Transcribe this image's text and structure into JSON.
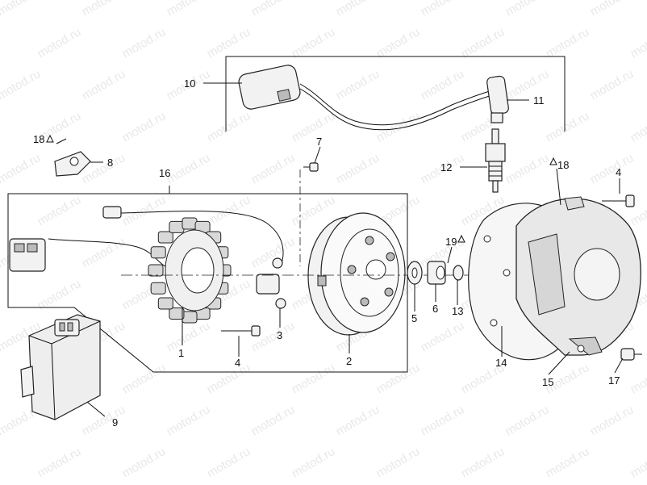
{
  "watermark": "motod.ru",
  "callouts": [
    {
      "id": "c1",
      "text": "1"
    },
    {
      "id": "c2",
      "text": "2"
    },
    {
      "id": "c3",
      "text": "3"
    },
    {
      "id": "c4a",
      "text": "4"
    },
    {
      "id": "c4b",
      "text": "4"
    },
    {
      "id": "c5",
      "text": "5"
    },
    {
      "id": "c6",
      "text": "6"
    },
    {
      "id": "c7",
      "text": "7"
    },
    {
      "id": "c8",
      "text": "8"
    },
    {
      "id": "c9",
      "text": "9"
    },
    {
      "id": "c10",
      "text": "10"
    },
    {
      "id": "c11",
      "text": "11"
    },
    {
      "id": "c12",
      "text": "12"
    },
    {
      "id": "c13",
      "text": "13"
    },
    {
      "id": "c14",
      "text": "14"
    },
    {
      "id": "c15",
      "text": "15"
    },
    {
      "id": "c16",
      "text": "16"
    },
    {
      "id": "c17",
      "text": "17"
    },
    {
      "id": "c18a",
      "text": "18"
    },
    {
      "id": "c18b",
      "text": "18"
    },
    {
      "id": "c19",
      "text": "19"
    }
  ]
}
